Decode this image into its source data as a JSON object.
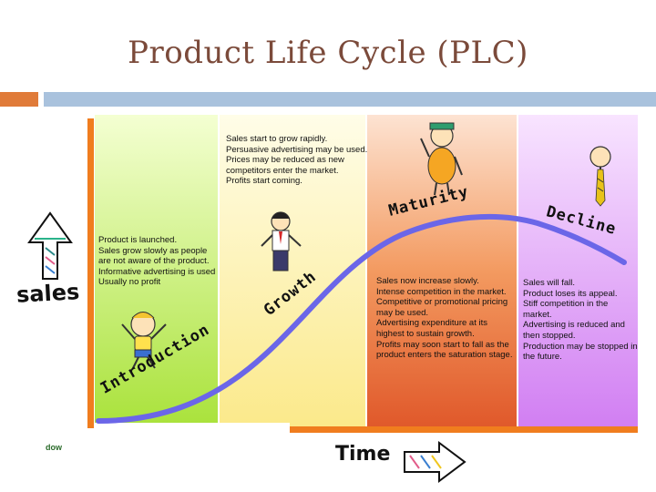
{
  "title": "Product Life Cycle (PLC)",
  "axis": {
    "y_label": "sales",
    "x_label": "Time"
  },
  "watermark": "dow",
  "stages": [
    {
      "name": "Introduction",
      "color": "#c9f06a",
      "text": "Product is launched.\nSales grow slowly as people\nare not aware of the product.\nInformative advertising is used\nUsually no profit"
    },
    {
      "name": "Growth",
      "color": "#fbf2a8",
      "text": "Sales start to grow rapidly.\nPersuasive advertising may be used.\nPrices may be reduced as new\ncompetitors enter the market.\nProfits start coming."
    },
    {
      "name": "Maturity",
      "color": "#f0844a",
      "text": "Sales now increase slowly.\nIntense competition in the market.\nCompetitive or promotional pricing\nmay be used.\nAdvertising expenditure at its\nhighest to sustain growth.\nProfits may soon start to fall as the\nproduct enters the saturation stage."
    },
    {
      "name": "Decline",
      "color": "#d98ef5",
      "text": "Sales will fall.\nProduct loses its appeal.\nStiff competition in the\nmarket.\nAdvertising is reduced and\nthen stopped.\nProduction may be stopped in\nthe future."
    }
  ],
  "colors": {
    "curve": "#6b66e8",
    "axis": "#f07d1e",
    "title": "#7b4a3a"
  },
  "icons": [
    "up-arrow-icon",
    "right-arrow-icon",
    "child-cartoon-icon",
    "teen-cartoon-icon",
    "adult-cartoon-icon",
    "old-man-cartoon-icon"
  ]
}
